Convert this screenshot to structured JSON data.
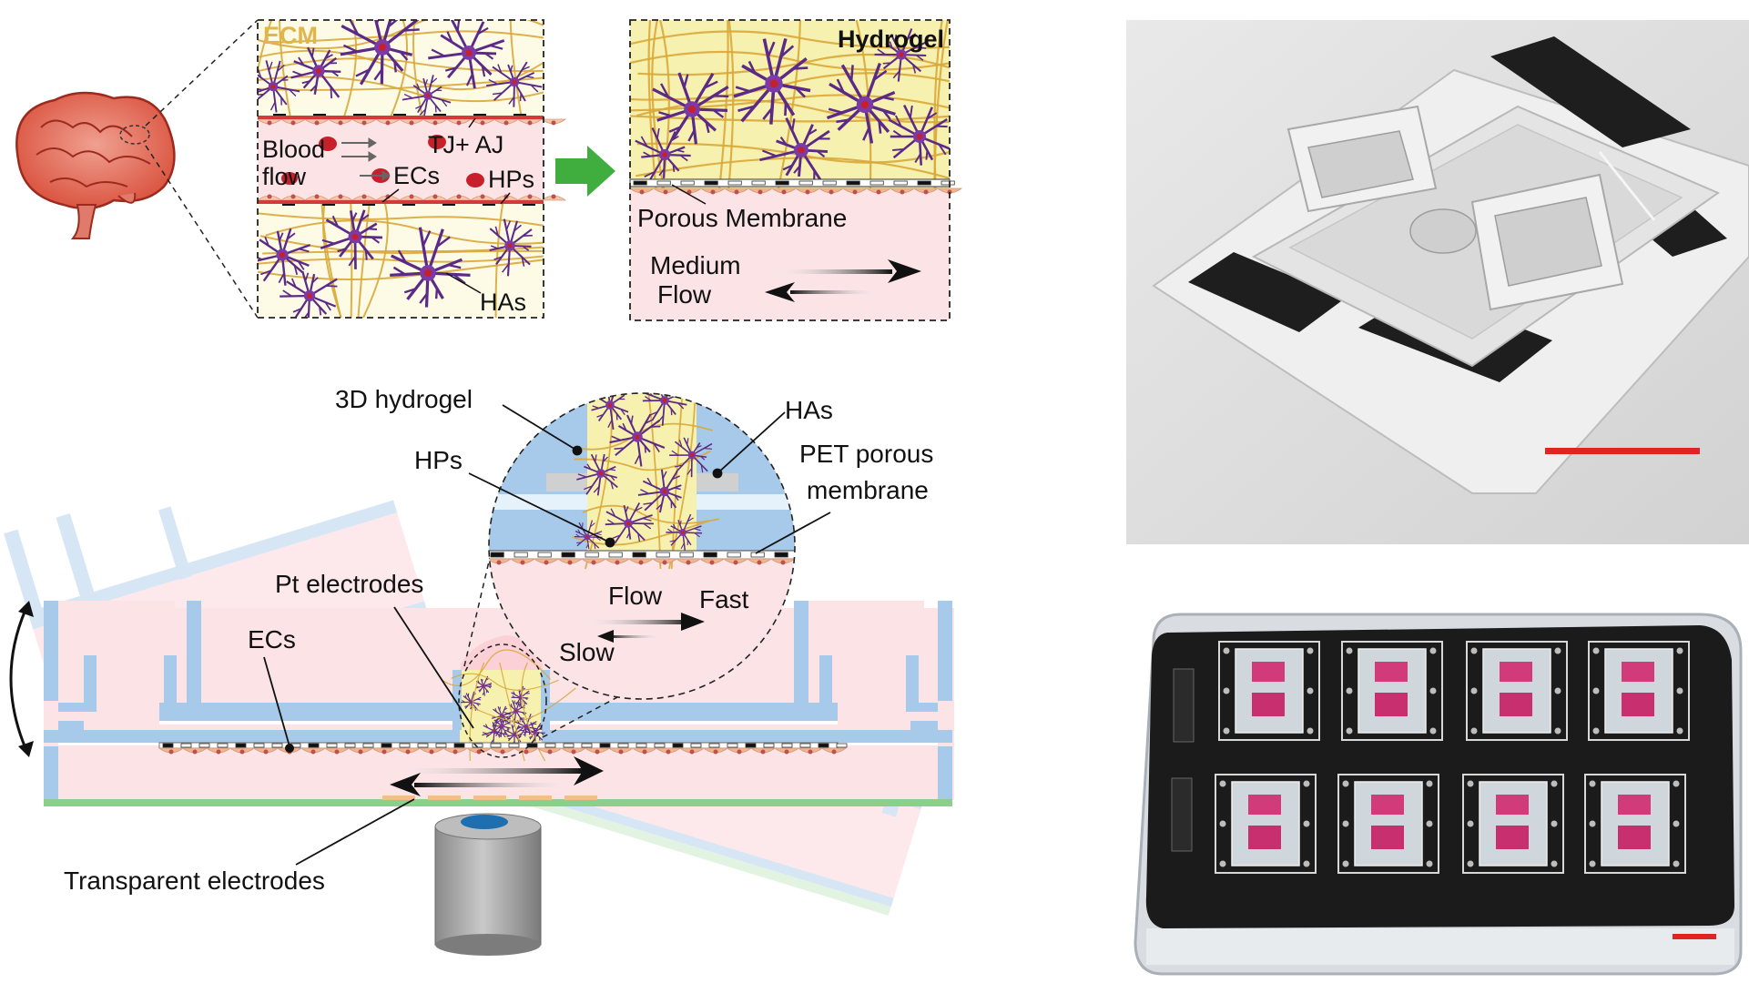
{
  "labels": {
    "ecm": "ECM",
    "hydrogel": "Hydrogel",
    "blood_flow_line1": "Blood",
    "blood_flow_line2": "flow",
    "tj_aj": "TJ+ AJ",
    "ecs_top": "ECs",
    "hps_top": "HPs",
    "has_top": "HAs",
    "porous_membrane": "Porous Membrane",
    "medium_flow_line1": "Medium",
    "medium_flow_line2": "Flow",
    "hydrogel_3d": "3D hydrogel",
    "has_inset": "HAs",
    "hps_inset": "HPs",
    "pet_line1": "PET porous",
    "pet_line2": "membrane",
    "pt_electrodes": "Pt electrodes",
    "ecs_chip": "ECs",
    "flow": "Flow",
    "fast": "Fast",
    "slow": "Slow",
    "transparent_electrodes": "Transparent electrodes"
  },
  "colors": {
    "ecm_text": "#e0b64a",
    "hydrogel_fill": "#f7f1b0",
    "fiber": "#d8a93a",
    "astrocyte": "#5b2a86",
    "vessel_pink": "#fbe3e6",
    "membrane_red": "#d33b3b",
    "chip_blue": "#a7c9ea",
    "glass_green": "#8ccf8c",
    "arrow_green": "#3fae3f",
    "scale_bar_red": "#e02424"
  }
}
